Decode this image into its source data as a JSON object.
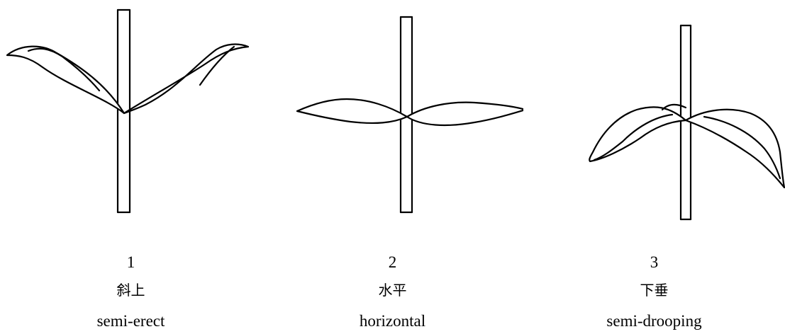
{
  "panels": [
    {
      "number": "1",
      "label_zh": "斜上",
      "label_en": "semi-erect",
      "illustration": "stem-with-leaves-angled-upward"
    },
    {
      "number": "2",
      "label_zh": "水平",
      "label_en": "horizontal",
      "illustration": "stem-with-leaves-horizontal"
    },
    {
      "number": "3",
      "label_zh": "下垂",
      "label_en": "semi-drooping",
      "illustration": "stem-with-leaves-drooping"
    }
  ]
}
